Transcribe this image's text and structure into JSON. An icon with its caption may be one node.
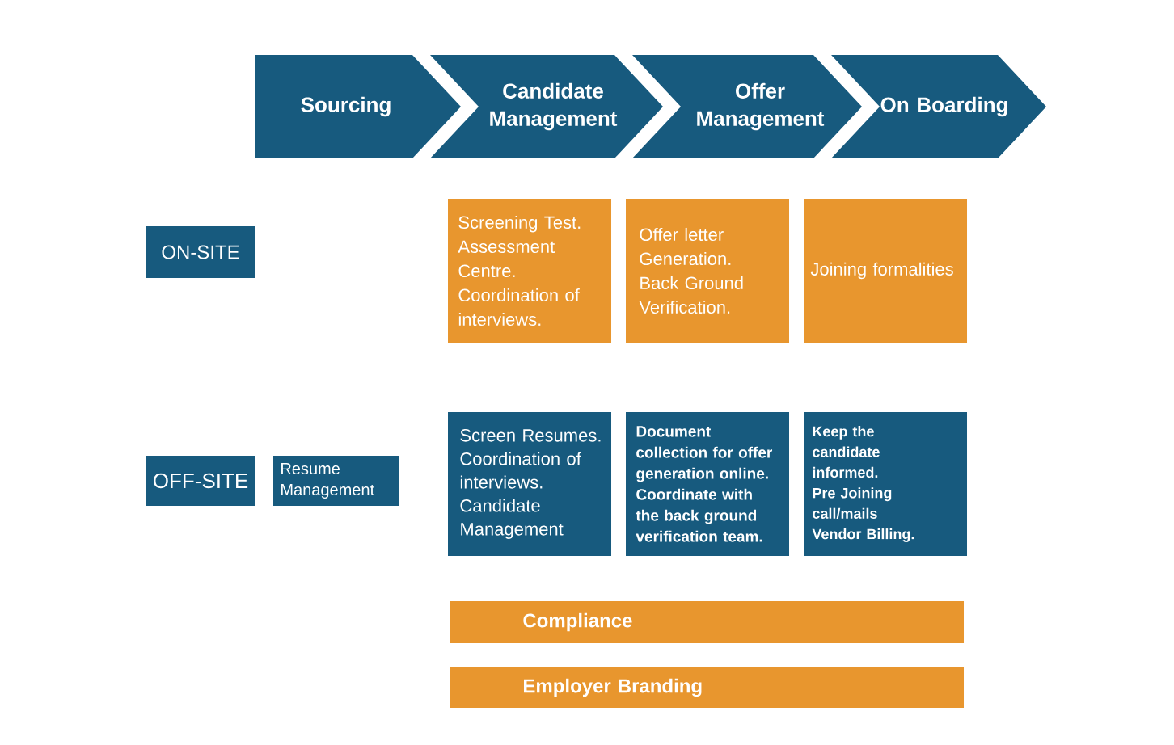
{
  "diagram": {
    "nodes": [
      {
        "text": [
          "Sourcing"
        ]
      },
      {
        "text": [
          "Candidate Management"
        ]
      },
      {
        "text": [
          "Offer Management"
        ]
      },
      {
        "text": [
          "On Boarding"
        ]
      },
      {
        "text": [
          "ON-SITE"
        ]
      },
      {
        "text": [
          "Screening Test.",
          "Assessment Centre.",
          "Coordination of interviews."
        ]
      },
      {
        "text": [
          "Offer letter Generation.",
          "Back Ground Verification."
        ]
      },
      {
        "text": [
          "Joining formalities"
        ]
      },
      {
        "text": [
          "OFF-SITE"
        ]
      },
      {
        "text": [
          "Resume Management"
        ]
      },
      {
        "text": [
          "Screen Resumes.",
          "Coordination of interviews.",
          "Candidate Management"
        ]
      },
      {
        "text": [
          "Document collection for offer generation online.",
          "Coordinate with the back ground verification team."
        ]
      },
      {
        "text": [
          "Keep the candidate informed.",
          "Pre Joining call/mails",
          "Vendor Billing."
        ]
      },
      {
        "text": [
          "Compliance"
        ]
      },
      {
        "text": [
          "Employer Branding"
        ]
      }
    ]
  }
}
